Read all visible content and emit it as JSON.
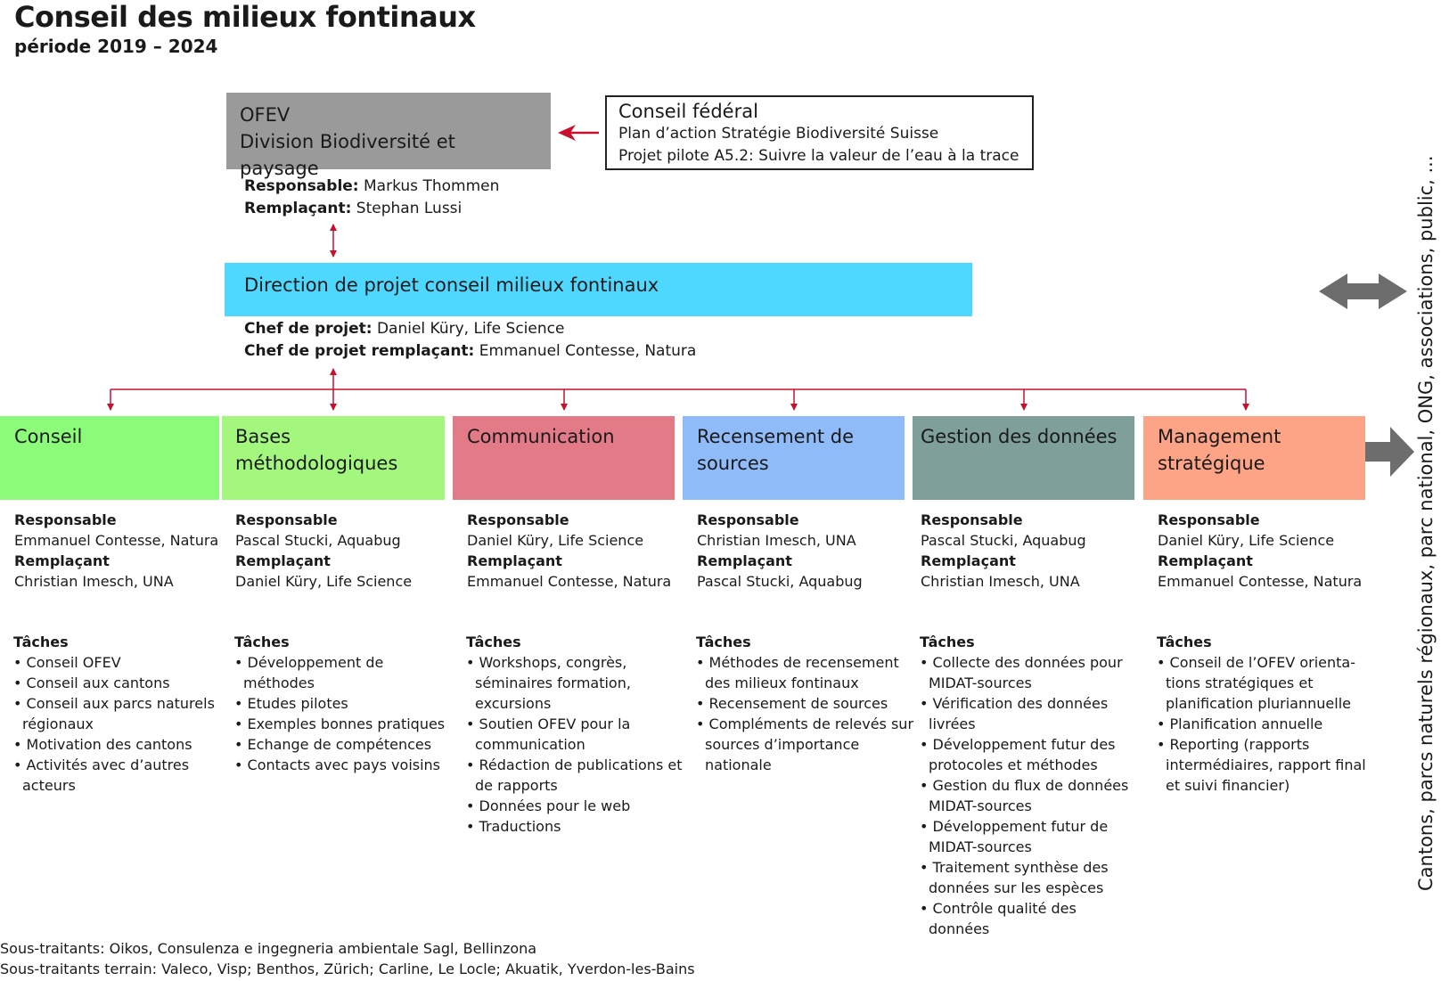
{
  "title": "Conseil des milieux fontinaux",
  "subtitle": "période 2019 – 2024",
  "colors": {
    "ofev": "#9a9a9a",
    "direction": "#4fd8ff",
    "arrow_red": "#c8102e",
    "arrow_gray": "#6d6d6d"
  },
  "ofev": {
    "line1": "OFEV",
    "line2": "Division Biodiversité et paysage",
    "resp_label": "Responsable:",
    "resp_value": " Markus Thommen",
    "rempl_label": "Remplaçant:",
    "rempl_value": " Stephan Lussi"
  },
  "conseil_federal": {
    "title": "Conseil fédéral",
    "line1": "Plan d’action Stratégie Biodiversité Suisse",
    "line2": "Projet pilote A5.2: Suivre la valeur de l’eau à la trace"
  },
  "direction": {
    "label": "Direction de projet conseil milieux fontinaux",
    "chef_label": "Chef de projet:",
    "chef_value": " Daniel Küry, Life Science",
    "chef_rempl_label": "Chef de projet remplaçant:",
    "chef_rempl_value": " Emmanuel Contesse, Natura"
  },
  "columns": [
    {
      "title": "Conseil",
      "color": "#8bfb79",
      "resp_label": "Responsable",
      "resp": "Emmanuel Contesse, Natura",
      "rempl_label": "Remplaçant",
      "rempl": "Christian Imesch, UNA",
      "tasks_label": "Tâches",
      "tasks": [
        "Conseil OFEV",
        "Conseil aux cantons",
        "Conseil aux parcs naturels régionaux",
        "Motivation des cantons",
        "Activités avec d’autres acteurs"
      ]
    },
    {
      "title": "Bases méthodologiques",
      "color": "#a3f77c",
      "resp_label": "Responsable",
      "resp": "Pascal Stucki, Aquabug",
      "rempl_label": "Remplaçant",
      "rempl": "Daniel Küry, Life Science",
      "tasks_label": "Tâches",
      "tasks": [
        "Développement de méthodes",
        "Etudes pilotes",
        "Exemples bonnes pratiques",
        "Echange de compétences",
        "Contacts avec pays voisins"
      ]
    },
    {
      "title": "Communication",
      "color": "#e37a87",
      "resp_label": "Responsable",
      "resp": "Daniel Küry, Life Science",
      "rempl_label": "Remplaçant",
      "rempl": "Emmanuel Contesse, Natura",
      "tasks_label": "Tâches",
      "tasks": [
        "Workshops, congrès, séminaires formation, excursions",
        "Soutien OFEV pour la communication",
        "Rédaction de publications et de rapports",
        "Données pour le web",
        "Traductions"
      ]
    },
    {
      "title": "Recensement de sources",
      "color": "#90bbf9",
      "resp_label": "Responsable",
      "resp": "Christian Imesch, UNA",
      "rempl_label": "Remplaçant",
      "rempl": "Pascal Stucki, Aquabug",
      "tasks_label": "Tâches",
      "tasks": [
        "Méthodes de recensement des milieux fontinaux",
        "Recensement de sources",
        "Compléments de relevés sur sources d’importance nationale"
      ]
    },
    {
      "title": "Gestion des données",
      "color": "#7f9f9a",
      "resp_label": "Responsable",
      "resp": "Pascal Stucki, Aquabug",
      "rempl_label": "Remplaçant",
      "rempl": "Christian Imesch, UNA",
      "tasks_label": "Tâches",
      "tasks": [
        "Collecte des données pour MIDAT-sources",
        "Vérification des données livrées",
        "Développement futur des protocoles et méthodes",
        "Gestion du flux de données MIDAT-sources",
        "Développement futur de MIDAT-sources",
        "Traitement synthèse des données sur les espèces",
        "Contrôle qualité des données"
      ]
    },
    {
      "title": "Management stratégique",
      "color": "#fca485",
      "resp_label": "Responsable",
      "resp": "Daniel Küry, Life Science",
      "rempl_label": "Remplaçant",
      "rempl": "Emmanuel Contesse, Natura",
      "tasks_label": "Tâches",
      "tasks": [
        "Conseil de l’OFEV orienta­tions stratégiques et planification pluriannuelle",
        "Planification annuelle",
        "Reporting (rapports intermédiaires, rapport final et suivi financier)"
      ]
    }
  ],
  "side_label": "Cantons, parcs naturels régionaux, parc national, ONG, associations, public, ...",
  "footer": {
    "line1": "Sous-traitants: Oikos, Consulenza e ingegneria ambientale Sagl, Bellinzona",
    "line2": "Sous-traitants terrain: Valeco, Visp; Benthos, Zürich; Carline, Le Locle; Akuatik, Yverdon-les-Bains"
  }
}
